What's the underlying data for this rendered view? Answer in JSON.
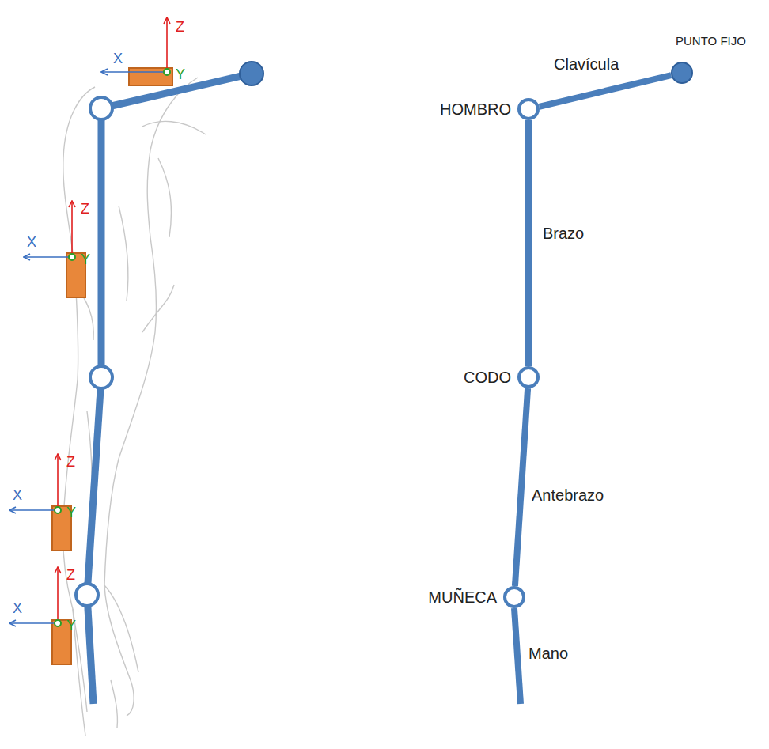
{
  "diagram": {
    "nodes": [
      {
        "text": [
          "PUNTO FIJO"
        ]
      },
      {
        "text": [
          "HOMBRO"
        ]
      },
      {
        "text": [
          "CODO"
        ]
      },
      {
        "text": [
          "MUÑECA"
        ]
      }
    ],
    "edges": [
      {
        "from": 0,
        "to": 1,
        "arrow": "none",
        "label": "Clavícula"
      },
      {
        "from": 1,
        "to": 2,
        "arrow": "none",
        "label": "Brazo"
      },
      {
        "from": 2,
        "to": 3,
        "arrow": "none",
        "label": "Antebrazo"
      }
    ],
    "labels": [
      "Z",
      "X",
      "Y",
      "Z",
      "X",
      "Y",
      "Z",
      "X",
      "Y",
      "Z",
      "X",
      "Y",
      "Mano"
    ]
  }
}
